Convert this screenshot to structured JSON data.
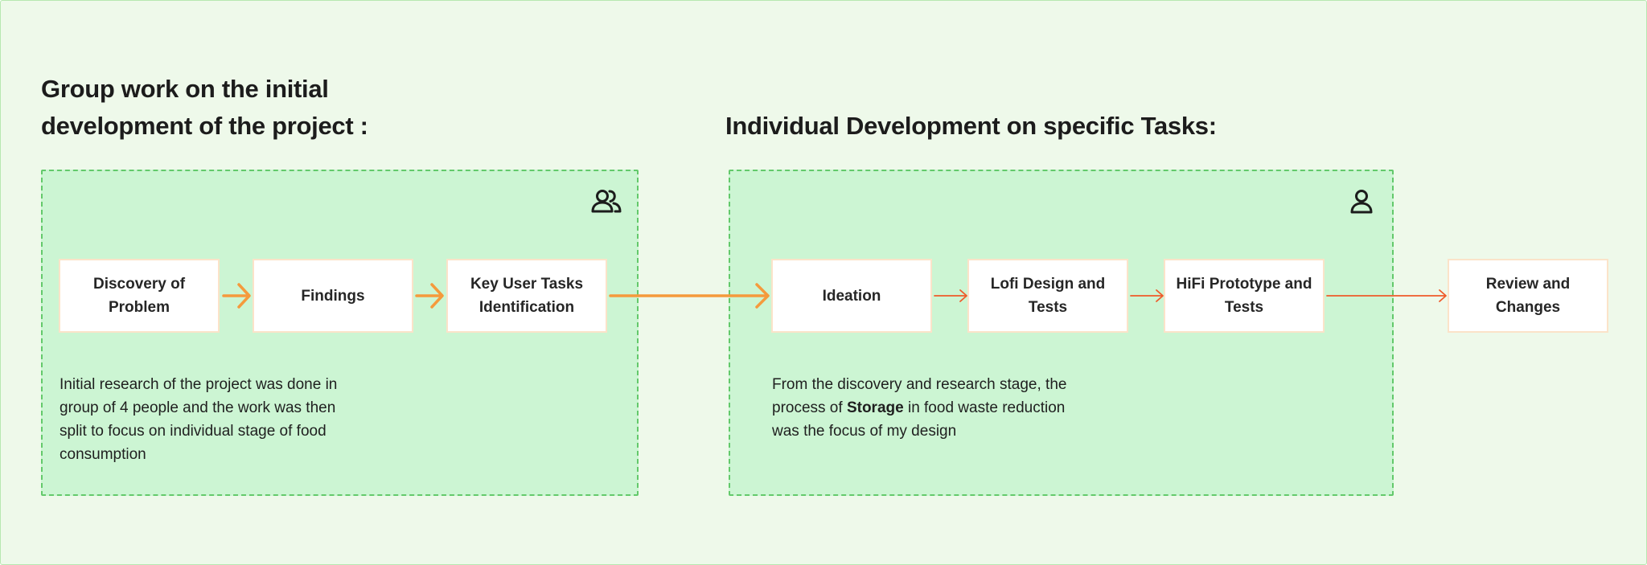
{
  "headings": {
    "group_line1": "Group work on the initial",
    "group_line2": "development of the project :",
    "individual": "Individual Development on specific Tasks:"
  },
  "group_steps": [
    {
      "label": "Discovery of Problem"
    },
    {
      "label": "Findings"
    },
    {
      "label": "Key User Tasks Identification"
    }
  ],
  "individual_steps": [
    {
      "label": "Ideation"
    },
    {
      "label": "Lofi Design and Tests"
    },
    {
      "label": "HiFi Prototype and Tests"
    }
  ],
  "final_step": {
    "label": "Review and Changes"
  },
  "group_description": "Initial research of the project was done in group of 4 people and the work was then split to focus on individual stage of food consumption",
  "individual_description": {
    "before": "From the discovery and research stage, the process of ",
    "emphasis": "Storage",
    "after": " in food waste reduction was the focus of my design"
  },
  "icons": {
    "group": "users-icon",
    "individual": "user-icon"
  },
  "colors": {
    "background": "#eef9ea",
    "group_fill": "#ccf5d3",
    "dashed_border": "#63c96b",
    "arrow_orange": "#f59a3c",
    "arrow_red": "#ef5a2a"
  }
}
